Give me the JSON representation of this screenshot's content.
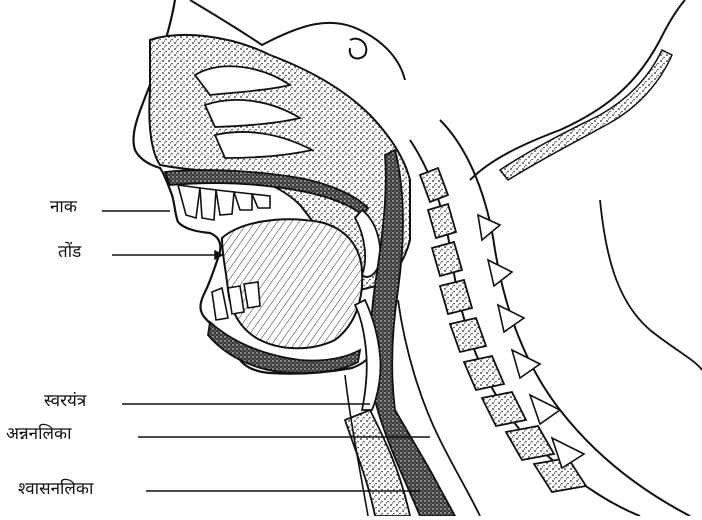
{
  "labels": {
    "nose": "नाक",
    "mouth": "तोंड",
    "larynx": "स्वरयंत्र",
    "esophagus": "अन्ननलिका",
    "trachea": "श्वासनलिका"
  },
  "colors": {
    "ink": "#111111",
    "background": "#ffffff",
    "stipple": "#2a2a2a"
  }
}
